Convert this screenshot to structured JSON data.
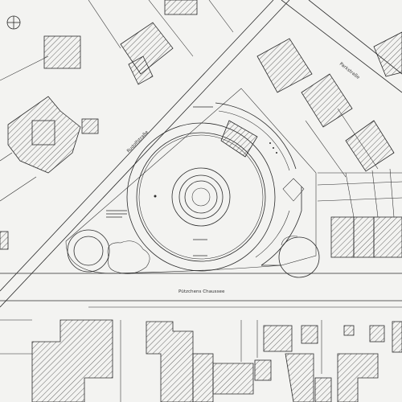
{
  "map": {
    "background": "#f3f3f1",
    "line_color": "#2b2b2b",
    "street_labels": {
      "diagonal_street": "Rudolfstraße",
      "east_street": "Parkstraße",
      "south_road": "Pützchens Chaussee"
    },
    "icons": [
      "north-arrow-icon"
    ]
  }
}
